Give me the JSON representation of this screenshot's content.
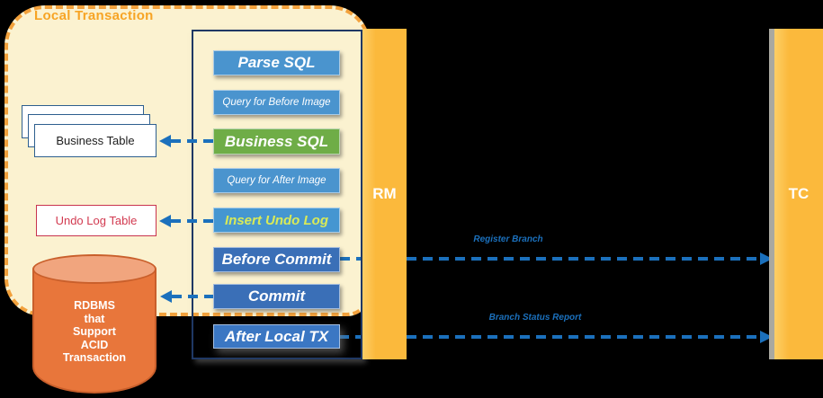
{
  "diagram": {
    "title": "Local Transaction",
    "steps": [
      {
        "label": "Parse SQL"
      },
      {
        "label": "Query for Before Image"
      },
      {
        "label": "Business SQL"
      },
      {
        "label": "Query for After Image"
      },
      {
        "label": "Insert Undo Log"
      },
      {
        "label": "Before Commit"
      },
      {
        "label": "Commit"
      },
      {
        "label": "After Local TX"
      }
    ],
    "stores": {
      "business_table": "Business Table",
      "undo_log_table": "Undo Log Table",
      "rdbms": {
        "line1": "RDBMS",
        "line2": "that",
        "line3": "Support",
        "line4": "ACID",
        "line5": "Transaction"
      }
    },
    "lifelines": {
      "rm": "RM",
      "tc": "TC"
    },
    "messages": {
      "register_branch": "Register Branch",
      "branch_status_report": "Branch Status Report"
    },
    "colors": {
      "background": "#000000",
      "region_fill": "#FBF2D0",
      "region_border": "#F2A13C",
      "title": "#F7A424",
      "step_blue": "#4A94CE",
      "step_green": "#6FAD47",
      "step_dark_blue": "#3A6FB7",
      "undo_log_text": "#D9EA57",
      "arrow": "#1B70BC",
      "lifeline_bar": "#FBB93C",
      "undo_table_red": "#C8344E",
      "cylinder_body": "#E8763B",
      "cylinder_top": "#F1A57E"
    }
  }
}
